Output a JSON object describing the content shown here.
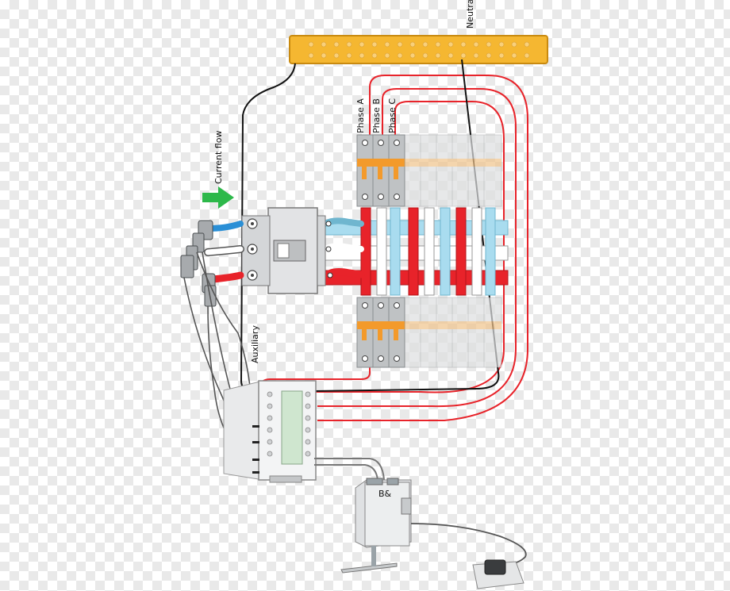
{
  "labels": {
    "neutral": "Neutral",
    "phase_a": "Phase A",
    "phase_b": "Phase B",
    "phase_c": "Phase C",
    "current_flow": "Current flow",
    "auxiliary": "Auxiliary",
    "gateway_logo": "B&"
  },
  "colors": {
    "neutral_bar": "#f5b731",
    "wire_phase": "#e8232a",
    "wire_neutral": "#111111",
    "wire_grey": "#555555",
    "busbar_blue": "#a9dcef",
    "busbar_red": "#e8232a",
    "breaker_orange": "#f39a2b",
    "breaker_grey": "#bfc2c4",
    "arrow": "#2db84a",
    "meter_display": "#cfe6cf"
  }
}
